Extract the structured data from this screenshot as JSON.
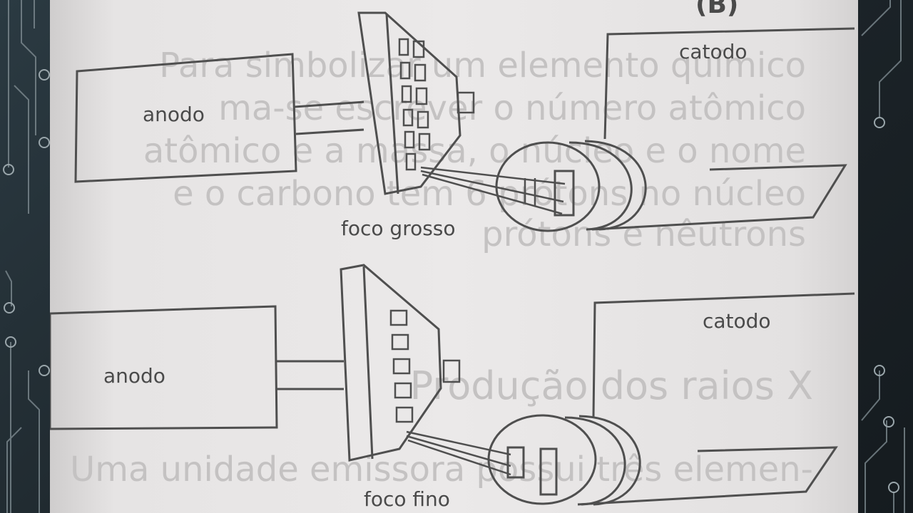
{
  "diagram": {
    "top_panel_tag": "(B)",
    "top": {
      "anode_label": "anodo",
      "cathode_label": "catodo",
      "focus_label": "foco grosso"
    },
    "bottom": {
      "anode_label": "anodo",
      "cathode_label": "catodo",
      "focus_label": "foco fino"
    }
  },
  "background_text": {
    "top": [
      "Para simbolizar um elemento químico",
      "ma-se escrever o número atômico",
      "atômico e a massa, o núcleo e o nome",
      "e o carbono tem 6 prótons no núcleo",
      "prótons e nêutrons"
    ],
    "bottom": [
      "Produção dos raios X",
      "Uma unidade emissora possui três elemen-"
    ]
  },
  "colors": {
    "frame_dark": "#1c2429",
    "paper": "#e8e6e6",
    "ink": "#4f4f4f"
  }
}
